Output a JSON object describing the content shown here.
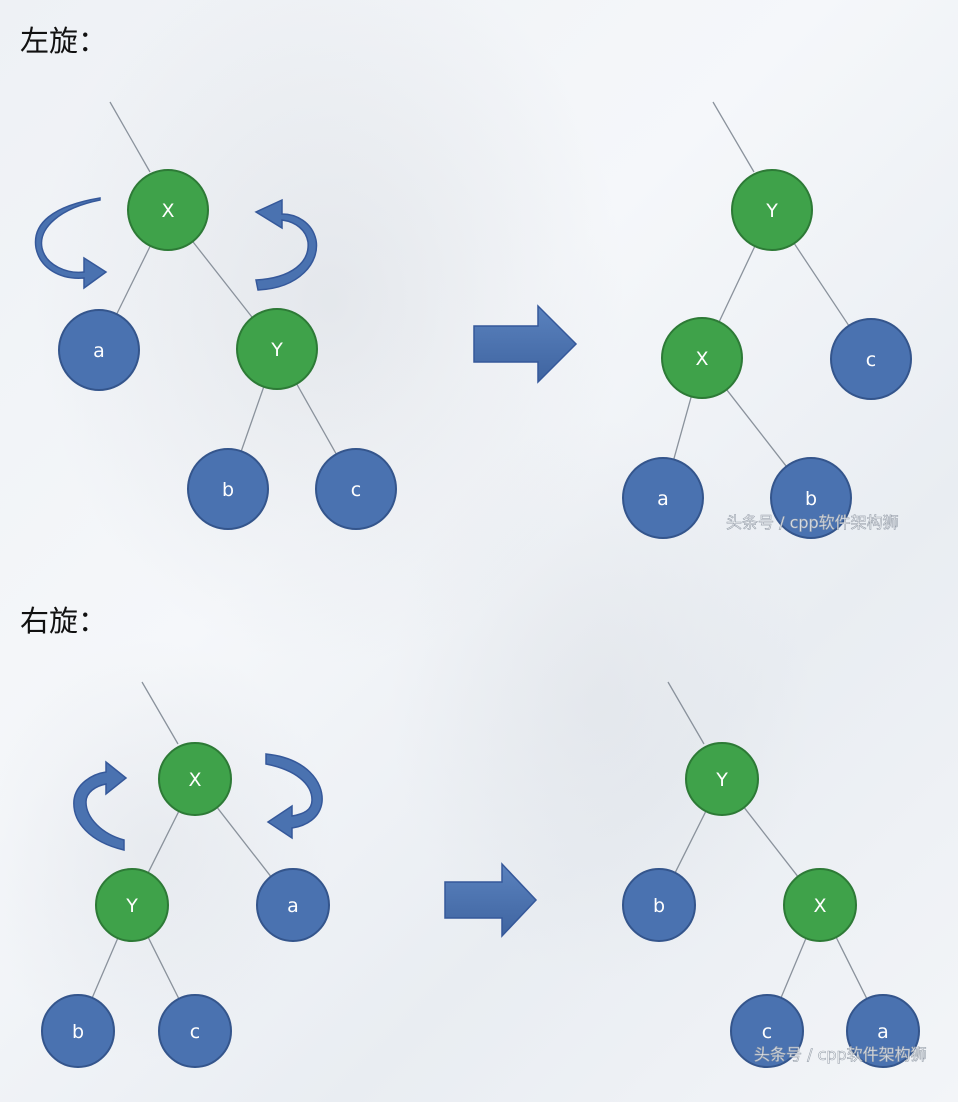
{
  "sections": [
    {
      "title": "左旋：",
      "watermark": "头条号 / cpp软件架构狮",
      "before": {
        "nodes": [
          {
            "id": "X",
            "label": "X",
            "color": "green"
          },
          {
            "id": "a",
            "label": "a",
            "color": "blue"
          },
          {
            "id": "Y",
            "label": "Y",
            "color": "green"
          },
          {
            "id": "b",
            "label": "b",
            "color": "blue"
          },
          {
            "id": "c",
            "label": "c",
            "color": "blue"
          }
        ],
        "edges": [
          [
            "X",
            "a"
          ],
          [
            "X",
            "Y"
          ],
          [
            "Y",
            "b"
          ],
          [
            "Y",
            "c"
          ]
        ]
      },
      "after": {
        "nodes": [
          {
            "id": "Y",
            "label": "Y",
            "color": "green"
          },
          {
            "id": "X",
            "label": "X",
            "color": "green"
          },
          {
            "id": "c",
            "label": "c",
            "color": "blue"
          },
          {
            "id": "a",
            "label": "a",
            "color": "blue"
          },
          {
            "id": "b",
            "label": "b",
            "color": "blue"
          }
        ],
        "edges": [
          [
            "Y",
            "X"
          ],
          [
            "Y",
            "c"
          ],
          [
            "X",
            "a"
          ],
          [
            "X",
            "b"
          ]
        ]
      }
    },
    {
      "title": "右旋：",
      "watermark": "头条号 / cpp软件架构狮",
      "before": {
        "nodes": [
          {
            "id": "X",
            "label": "X",
            "color": "green"
          },
          {
            "id": "Y",
            "label": "Y",
            "color": "green"
          },
          {
            "id": "a",
            "label": "a",
            "color": "blue"
          },
          {
            "id": "b",
            "label": "b",
            "color": "blue"
          },
          {
            "id": "c",
            "label": "c",
            "color": "blue"
          }
        ],
        "edges": [
          [
            "X",
            "Y"
          ],
          [
            "X",
            "a"
          ],
          [
            "Y",
            "b"
          ],
          [
            "Y",
            "c"
          ]
        ]
      },
      "after": {
        "nodes": [
          {
            "id": "Y",
            "label": "Y",
            "color": "green"
          },
          {
            "id": "b",
            "label": "b",
            "color": "blue"
          },
          {
            "id": "X",
            "label": "X",
            "color": "green"
          },
          {
            "id": "c",
            "label": "c",
            "color": "blue"
          },
          {
            "id": "a",
            "label": "a",
            "color": "blue"
          }
        ],
        "edges": [
          [
            "Y",
            "b"
          ],
          [
            "Y",
            "X"
          ],
          [
            "X",
            "c"
          ],
          [
            "X",
            "a"
          ]
        ]
      }
    }
  ],
  "colors": {
    "green": "#3fa24a",
    "blue": "#4a72b0",
    "arrow": "#4a72b0",
    "line": "#8a929c"
  }
}
